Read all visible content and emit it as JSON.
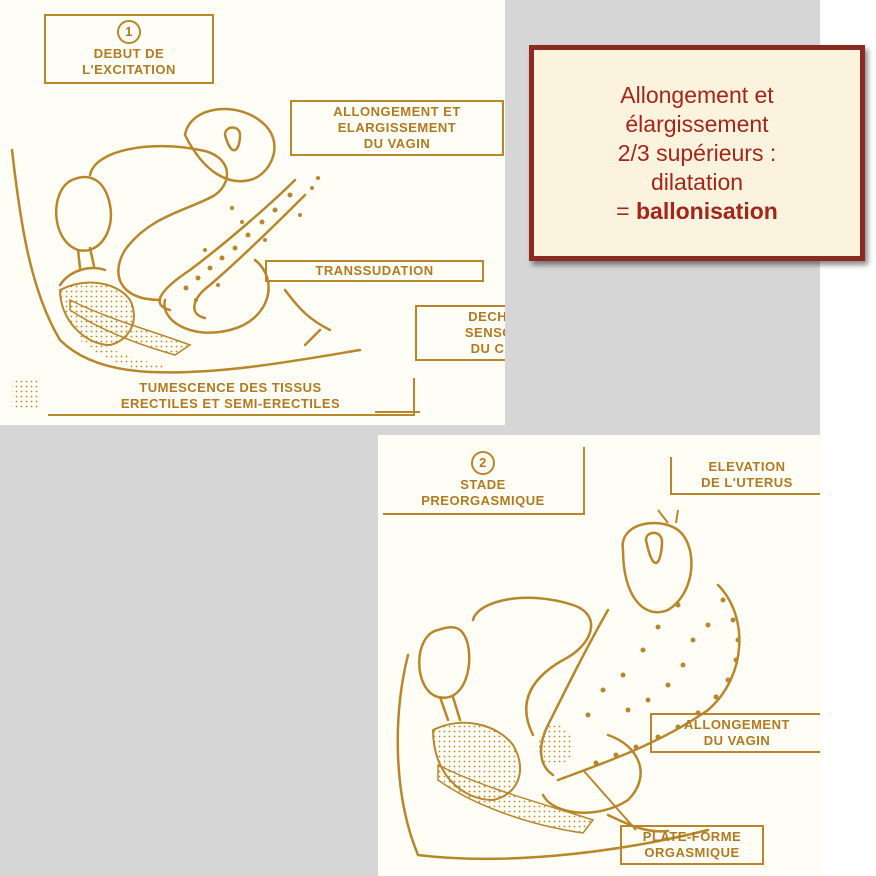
{
  "panel1": {
    "stage_number": "1",
    "stage_title_line1": "DEBUT DE",
    "stage_title_line2": "L'EXCITATION",
    "label_vagin_line1": "ALLONGEMENT ET",
    "label_vagin_line2": "ELARGISSEMENT",
    "label_vagin_line3": "DU VAGIN",
    "label_transsudation": "TRANSSUDATION",
    "label_clitoris_line1": "DECHA",
    "label_clitoris_line2": "SENSOI",
    "label_clitoris_line3": "DU CLI",
    "label_tumescence_line1": "TUMESCENCE DES TISSUS",
    "label_tumescence_line2": "ERECTILES ET SEMI-ERECTILES"
  },
  "panel2": {
    "stage_number": "2",
    "stage_title_line1": "STADE",
    "stage_title_line2": "PREORGASMIQUE",
    "label_uterus_line1": "ELEVATION",
    "label_uterus_line2": "DE L'UTERUS",
    "label_vagin_line1": "ALLONGEMENT",
    "label_vagin_line2": "DU VAGIN",
    "label_plateforme_line1": "PLATE-FORME",
    "label_plateforme_line2": "ORGASMIQUE"
  },
  "callout": {
    "line1": "Allongement et",
    "line2": "élargissement",
    "line3": "2/3 supérieurs :",
    "line4": "dilatation",
    "line5_prefix": "= ",
    "line5_bold": "ballonisation"
  },
  "colors": {
    "drawing": "#b8862b",
    "callout_text": "#a3261a",
    "callout_border": "#8a2a22",
    "callout_fill": "#fbf3dd",
    "background_gray": "#d6d6d6"
  }
}
